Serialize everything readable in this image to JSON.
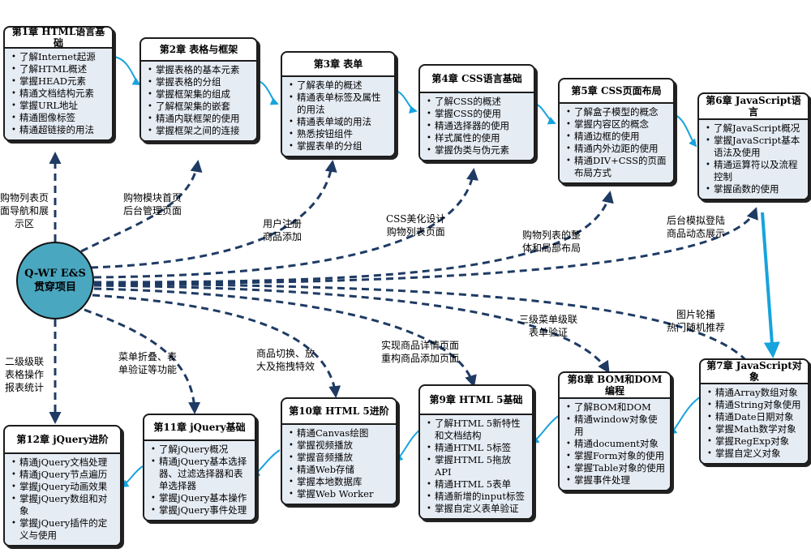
{
  "center": {
    "line1": "Q-WF E&S",
    "line2": "贯穿项目"
  },
  "chapters": [
    {
      "id": "ch1",
      "title": "第1章  HTML语言基础",
      "items": [
        "了解Internet起源",
        "了解HTML概述",
        "掌握HEAD元素",
        "精通文档结构元素",
        "掌握URL地址",
        "精通图像标签",
        "精通超链接的用法"
      ]
    },
    {
      "id": "ch2",
      "title": "第2章  表格与框架",
      "items": [
        "掌握表格的基本元素",
        "掌握表格的分组",
        "掌握框架集的组成",
        "了解框架集的嵌套",
        "精通内联框架的使用",
        "掌握框架之间的连接"
      ]
    },
    {
      "id": "ch3",
      "title": "第3章  表单",
      "items": [
        "了解表单的概述",
        "精通表单标签及属性的用法",
        "精通表单域的用法",
        "熟悉按钮组件",
        "掌握表单的分组"
      ]
    },
    {
      "id": "ch4",
      "title": "第4章  CSS语言基础",
      "items": [
        "了解CSS的概述",
        "掌握CSS的使用",
        "精通选择器的使用",
        "样式属性的使用",
        "掌握伪类与伪元素"
      ]
    },
    {
      "id": "ch5",
      "title": "第5章  CSS页面布局",
      "items": [
        "了解盒子模型的概念",
        "掌握内容区的概念",
        "精通边框的使用",
        "精通内外边距的使用",
        "精通DIV+CSS的页面布局方式"
      ]
    },
    {
      "id": "ch6",
      "title": "第6章  JavaScript语言",
      "items": [
        "了解JavaScript概况",
        "掌握JavaScript基本语法及使用",
        "精通运算符以及流程控制",
        "掌握函数的使用"
      ]
    },
    {
      "id": "ch7",
      "title": "第7章  JavaScript对象",
      "items": [
        "精通Array数组对象",
        "精通String对象使用",
        "精通Date日期对象",
        "掌握Math数学对象",
        "掌握RegExp对象",
        "掌握自定义对象"
      ]
    },
    {
      "id": "ch8",
      "title": "第8章  BOM和DOM编程",
      "items": [
        "了解BOM和DOM",
        "精通window对象使用",
        "精通document对象",
        "掌握Form对象的使用",
        "掌握Table对象的使用",
        "掌握事件处理"
      ]
    },
    {
      "id": "ch9",
      "title": "第9章  HTML 5基础",
      "items": [
        "了解HTML 5新特性和文档结构",
        "精通HTML 5标签",
        "掌握HTML 5拖放API",
        "精通HTML 5表单",
        "精通新增的input标签",
        "掌握自定义表单验证"
      ]
    },
    {
      "id": "ch10",
      "title": "第10章  HTML 5进阶",
      "items": [
        "精通Canvas绘图",
        "掌握视频播放",
        "掌握音频播放",
        "精通Web存储",
        "掌握本地数据库",
        "掌握Web Worker"
      ]
    },
    {
      "id": "ch11",
      "title": "第11章  jQuery基础",
      "items": [
        "了解jQuery概况",
        "精通jQuery基本选择器、过滤选择器和表单选择器",
        "掌握jQuery基本操作",
        "掌握jQuery事件处理"
      ]
    },
    {
      "id": "ch12",
      "title": "第12章  jQuery进阶",
      "items": [
        "精通jQuery文档处理",
        "精通jQuery节点遍历",
        "掌握jQuery动画效果",
        "掌握jQuery数组和对象",
        "掌握jQuery插件的定义与使用"
      ]
    }
  ],
  "labels": {
    "l1": [
      "购物列表页",
      "面导航和展",
      "示区"
    ],
    "l2": [
      "购物模块首页",
      "后台管理页面"
    ],
    "l3": [
      "用户注册",
      "商品添加"
    ],
    "l4": [
      "CSS美化设计",
      "购物列表页面"
    ],
    "l5": [
      "购物列表的整",
      "体和局部布局"
    ],
    "l6": [
      "后台模拟登陆",
      "商品动态展示"
    ],
    "l7": [
      "图片轮播",
      "热门随机推荐"
    ],
    "l8": [
      "三级菜单级联",
      "表单验证"
    ],
    "l9": [
      "实现商品详情页面",
      "重构商品添加页面"
    ],
    "l10": [
      "商品切换、放",
      "大及拖拽特效"
    ],
    "l11": [
      "菜单折叠、表",
      "单验证等功能"
    ],
    "l12": [
      "二级级联",
      "表格操作",
      "报表统计"
    ]
  },
  "colors": {
    "accent": "#17a3dc",
    "dashed": "#1f3b64",
    "center": "#4aa7c0",
    "body": "#e6ecf4"
  }
}
